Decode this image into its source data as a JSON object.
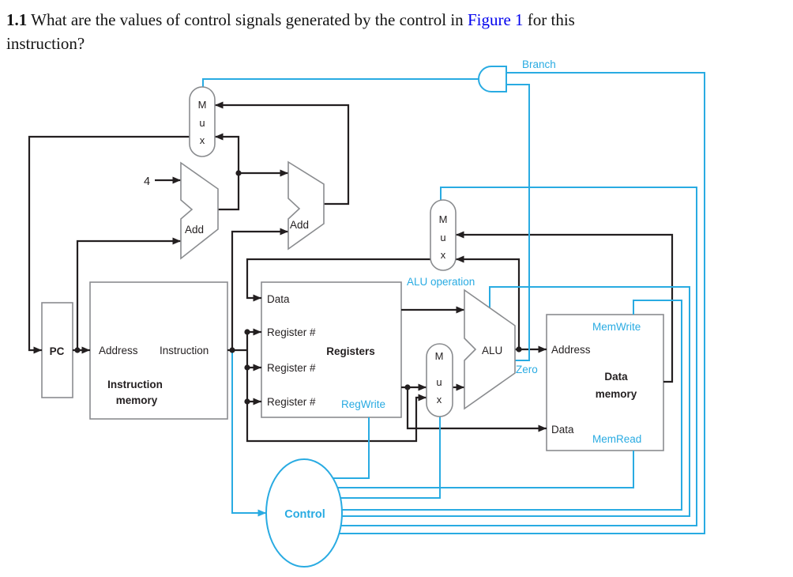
{
  "question": {
    "number": "1.1",
    "text_before_link": " What are the values of control signals generated by the control in ",
    "link_text": "Figure 1",
    "text_after_link": " for this",
    "line2": "instruction?"
  },
  "colors": {
    "control_blue": "#29abe2",
    "wire_black": "#231f20",
    "box_gray": "#8a8c8f",
    "link_blue": "#0000ee"
  },
  "diagram": {
    "pc_label": "PC",
    "const_four": "4",
    "add1_label": "Add",
    "add2_label": "Add",
    "mux_letters": [
      "M",
      "u",
      "x"
    ],
    "instruction_memory": {
      "address": "Address",
      "instruction": "Instruction",
      "title_line1": "Instruction",
      "title_line2": "memory"
    },
    "registers": {
      "data": "Data",
      "ports": [
        "Register #",
        "Register #",
        "Register #"
      ],
      "title": "Registers",
      "regwrite": "RegWrite"
    },
    "alu": {
      "label": "ALU",
      "zero": "Zero",
      "operation": "ALU operation"
    },
    "data_memory": {
      "memwrite": "MemWrite",
      "address": "Address",
      "title_line1": "Data",
      "title_line2": "memory",
      "data": "Data",
      "memread": "MemRead"
    },
    "control": {
      "label": "Control",
      "branch": "Branch"
    }
  }
}
